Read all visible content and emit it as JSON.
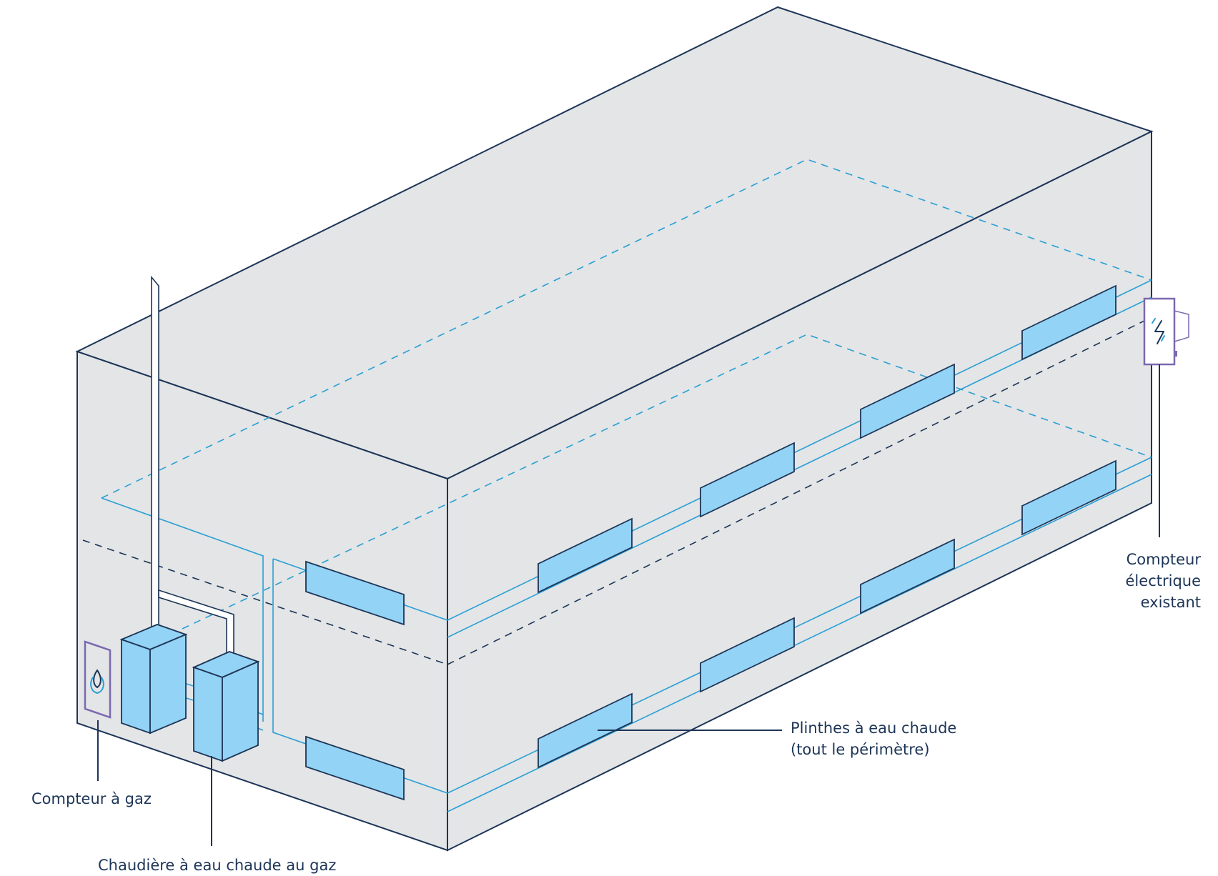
{
  "title": "Schéma de chauffage : chaudière à eau chaude au gaz avec plinthes à eau chaude",
  "labels": {
    "gas_meter": "Compteur à gaz",
    "boiler": "Chaudière à eau chaude au gaz",
    "baseboard_line1": "Plinthes à eau chaude",
    "baseboard_line2": "(tout le périmètre)",
    "electric_meter_line1": "Compteur",
    "electric_meter_line2": "électrique",
    "electric_meter_line3": "existant"
  },
  "colors": {
    "building_fill": "#e3e5e6",
    "outline": "#1d3557",
    "pipe": "#2a9fd6",
    "radiator_fill": "#93d3f5",
    "meter": "#7b68b0"
  },
  "icons": {
    "gas_meter": "flame-icon",
    "electric_meter": "lightning-icon"
  }
}
